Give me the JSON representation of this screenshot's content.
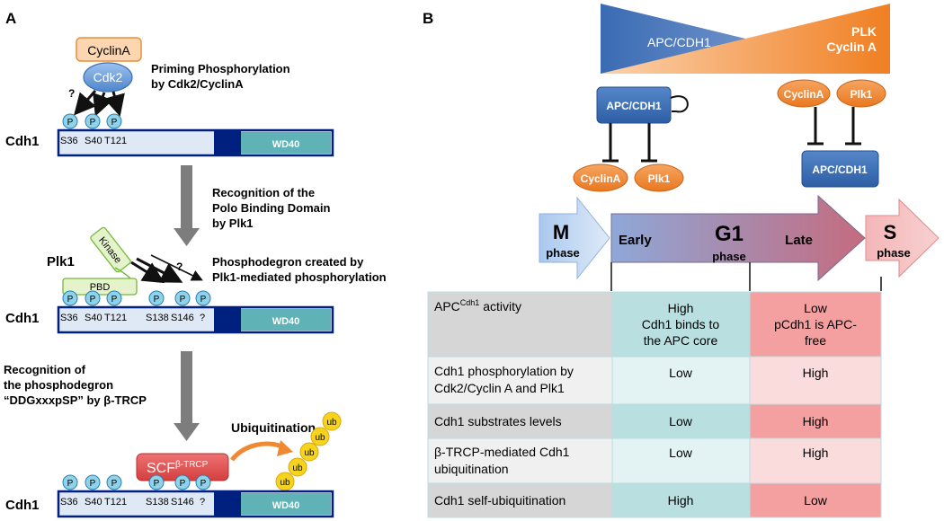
{
  "panel_a": {
    "label": "A",
    "cyclin_a": "CyclinA",
    "cdk2": "Cdk2",
    "question": "?",
    "priming_line1": "Priming Phosphorylation",
    "priming_line2": "by Cdk2/CyclinA",
    "cdh1": "Cdh1",
    "p": "P",
    "site_s36": "S36",
    "site_s40": "S40",
    "site_t121": "T121",
    "site_s138": "S138",
    "site_s146": "S146",
    "wd40": "WD40",
    "recog_pbd_line1": "Recognition of the",
    "recog_pbd_line2": "Polo Binding Domain",
    "recog_pbd_line3": "by Plk1",
    "plk1": "Plk1",
    "kinase": "Kinase",
    "pbd": "PBD",
    "phosphodegron_line1": "Phosphodegron created by",
    "phosphodegron_line2": "Plk1-mediated phosphorylation",
    "recog_degron_line1": "Recognition of",
    "recog_degron_line2": "the phosphodegron",
    "recog_degron_line3": "“DDGxxxpSP” by β-TRCP",
    "ubiquitination": "Ubiquitination",
    "scf": "SCF",
    "scf_sup": "β-TRCP",
    "ub": "ub"
  },
  "panel_b": {
    "label": "B",
    "apc_cdh1_gradient": "APC/CDH1",
    "plk_gradient": "PLK",
    "cyclina_gradient": "Cyclin A",
    "apc_cdh1_box": "APC/CDH1",
    "cyclina": "CyclinA",
    "plk1": "Plk1",
    "m": "M",
    "phase": "phase",
    "early": "Early",
    "g1": "G1",
    "late": "Late",
    "s": "S",
    "table": {
      "rows": [
        {
          "label": "APC",
          "label_sup": "Cdh1",
          "label_tail": " activity",
          "g1_early": [
            "High",
            "Cdh1 binds to",
            "the APC core"
          ],
          "g1_late": [
            "Low",
            "pCdh1 is APC-",
            "free"
          ]
        },
        {
          "label": "Cdh1 phosphorylation by",
          "label2": "Cdk2/Cyclin A and Plk1",
          "g1_early": [
            "Low"
          ],
          "g1_late": [
            "High"
          ]
        },
        {
          "label": "Cdh1 substrates levels",
          "g1_early": [
            "Low"
          ],
          "g1_late": [
            "High"
          ]
        },
        {
          "label": "β-TRCP-mediated Cdh1",
          "label2": "ubiquitination",
          "g1_early": [
            "Low"
          ],
          "g1_late": [
            "High"
          ]
        },
        {
          "label": "Cdh1 self-ubiquitination",
          "g1_early": [
            "High"
          ],
          "g1_late": [
            "Low"
          ]
        }
      ]
    }
  },
  "colors": {
    "apc_blue": "#3f72b7",
    "orange": "#f08a32",
    "cdh1_bar_light": "#dfe8f5",
    "cdh1_bar_dark": "#00207f",
    "wd40_teal": "#5fb3b7",
    "p_circle": "#8fd3ea",
    "ub_yellow": "#f6d31f",
    "scf_red": "#e25554"
  }
}
